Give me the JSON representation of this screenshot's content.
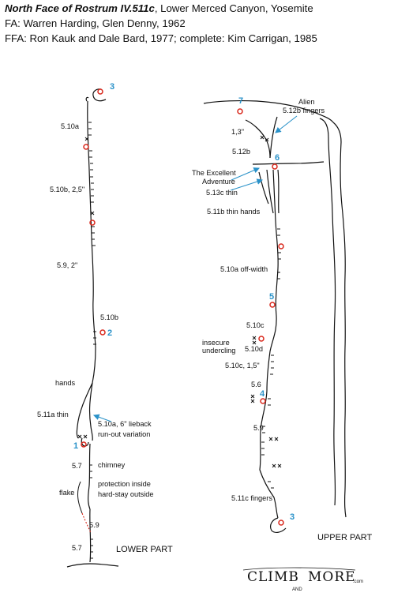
{
  "header": {
    "title_bold": "North Face of Rostrum IV.511c",
    "title_rest": ", Lower Merced Canyon, Yosemite",
    "fa": "FA: Warren Harding, Glen Denny, 1962",
    "ffa": "FFA: Ron Kauk and Dale Bard, 1977; complete: Kim Carrigan, 1985"
  },
  "lower": {
    "part_label": "LOWER PART",
    "belays": [
      "3",
      "2",
      "1"
    ],
    "grades": [
      "5.10a",
      "5.10b, 2,5\"",
      "5.9, 2\"",
      "5.10b",
      "5.11a thin",
      "5.7",
      "5.9",
      "5.7"
    ],
    "notes": [
      "hands",
      "5.10a, 6\" lieback",
      "run-out variation",
      "chimney",
      "flake",
      "protection inside",
      "hard-stay outside"
    ]
  },
  "upper": {
    "part_label": "UPPER PART",
    "belays": [
      "7",
      "6",
      "5",
      "4",
      "3"
    ],
    "grades": [
      "Alien",
      "5.12b fingers",
      "1,3\"",
      "5.12b",
      "The Excellent",
      "Adventure",
      "5.13c thin",
      "5.11b thin hands",
      "5.10a off-width",
      "5.10c",
      "insecure",
      "undercling",
      "5.10d",
      "5.10c, 1,5\"",
      "5.6",
      "5.9",
      "5.11c fingers"
    ]
  },
  "logo": {
    "text_a": "CLIMB",
    "text_and": "AND",
    "text_b": "MORE",
    "suffix": ".com"
  },
  "colors": {
    "belay": "#d9281c",
    "belay_number": "#2a92c9",
    "arrow": "#2a92c9",
    "rope": "#111111"
  }
}
